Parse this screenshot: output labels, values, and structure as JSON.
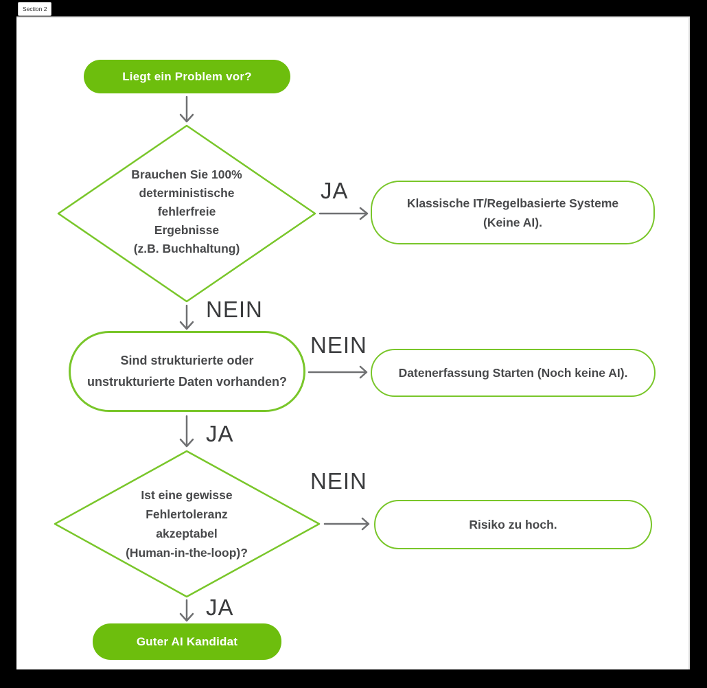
{
  "canvas": {
    "section_label": "Section 2"
  },
  "colors": {
    "node_fill_green": "#6dbe0d",
    "outline_green": "#79c62a",
    "arrow_gray": "#6f7072",
    "edge_label_gray": "#3a3b3d",
    "node_text_gray": "#48494b",
    "page_background": "#000000",
    "canvas_background": "#ffffff"
  },
  "flow": {
    "start_label": "Liegt ein Problem vor?",
    "decision1_lines": [
      "Brauchen Sie 100%",
      "deterministische",
      "fehlerfreie",
      "Ergebnisse",
      "(z.B. Buchhaltung)"
    ],
    "result1_lines": [
      "Klassische IT/Regelbasierte Systeme",
      "(Keine AI)."
    ],
    "decision2_lines": [
      "Sind strukturierte oder",
      "unstrukturierte Daten vorhanden?"
    ],
    "result2_label": "Datenerfassung Starten (Noch keine AI).",
    "decision3_lines": [
      "Ist eine gewisse",
      "Fehlertoleranz",
      "akzeptabel",
      "(Human-in-the-loop)?"
    ],
    "result3_label": "Risiko zu hoch.",
    "end_label": "Guter AI Kandidat",
    "edges": {
      "ja1": "JA",
      "nein1": "NEIN",
      "nein2": "NEIN",
      "ja2": "JA",
      "nein3": "NEIN",
      "ja3": "JA"
    }
  }
}
